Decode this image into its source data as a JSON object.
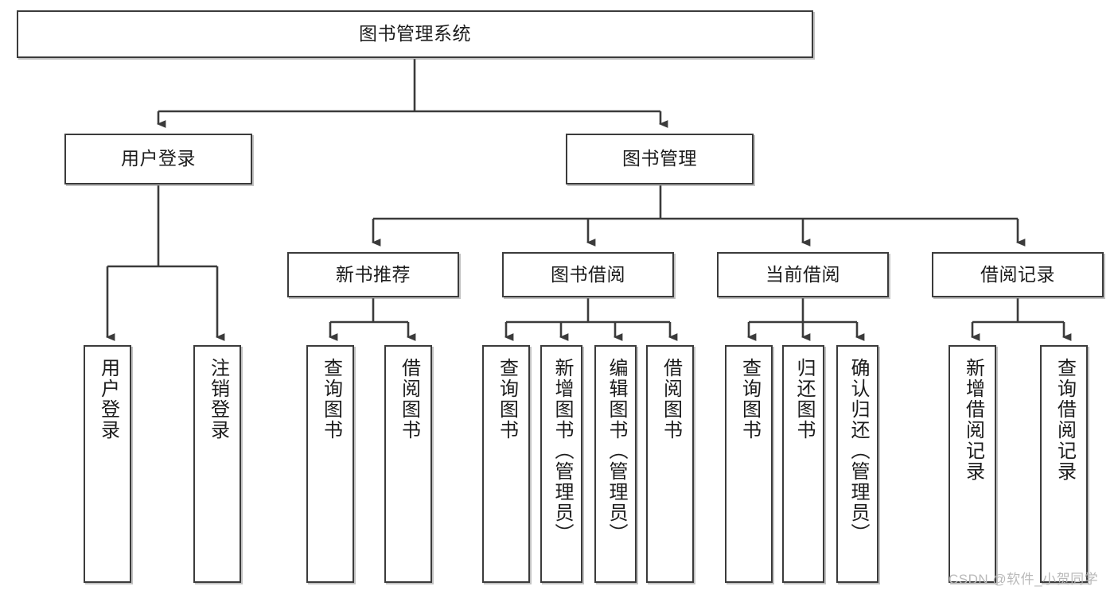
{
  "diagram": {
    "type": "hierarchy-tree",
    "title": "图书管理系统",
    "root": {
      "label": "图书管理系统"
    },
    "level2": [
      {
        "id": "user-login",
        "label": "用户登录"
      },
      {
        "id": "book-management",
        "label": "图书管理"
      }
    ],
    "level3": [
      {
        "id": "new-book-recommend",
        "label": "新书推荐"
      },
      {
        "id": "book-borrow",
        "label": "图书借阅"
      },
      {
        "id": "current-borrow",
        "label": "当前借阅"
      },
      {
        "id": "borrow-record",
        "label": "借阅记录"
      }
    ],
    "leaves": {
      "user_login": [
        {
          "id": "leaf-user-login",
          "label": "用户登录"
        },
        {
          "id": "leaf-logout-login",
          "label": "注销登录"
        }
      ],
      "new_book_recommend": [
        {
          "id": "leaf-query-book-1",
          "label": "查询图书"
        },
        {
          "id": "leaf-borrow-book-1",
          "label": "借阅图书"
        }
      ],
      "book_borrow": [
        {
          "id": "leaf-query-book-2",
          "label": "查询图书"
        },
        {
          "id": "leaf-add-book",
          "label": "新增图书（管理员）"
        },
        {
          "id": "leaf-edit-book",
          "label": "编辑图书（管理员）"
        },
        {
          "id": "leaf-borrow-book-2",
          "label": "借阅图书"
        }
      ],
      "current_borrow": [
        {
          "id": "leaf-query-book-3",
          "label": "查询图书"
        },
        {
          "id": "leaf-return-book",
          "label": "归还图书"
        },
        {
          "id": "leaf-confirm-return",
          "label": "确认归还（管理员）"
        }
      ],
      "borrow_record": [
        {
          "id": "leaf-add-record",
          "label": "新增借阅记录"
        },
        {
          "id": "leaf-query-record",
          "label": "查询借阅记录"
        }
      ]
    },
    "colors": {
      "box_border": "#3b3b3b",
      "box_fill": "#ffffff",
      "edge": "#3b3b3b",
      "text": "#1c1c1c",
      "watermark": "#b9b9b9"
    }
  },
  "watermark": {
    "text": "CSDN @软件_小贺同学"
  }
}
